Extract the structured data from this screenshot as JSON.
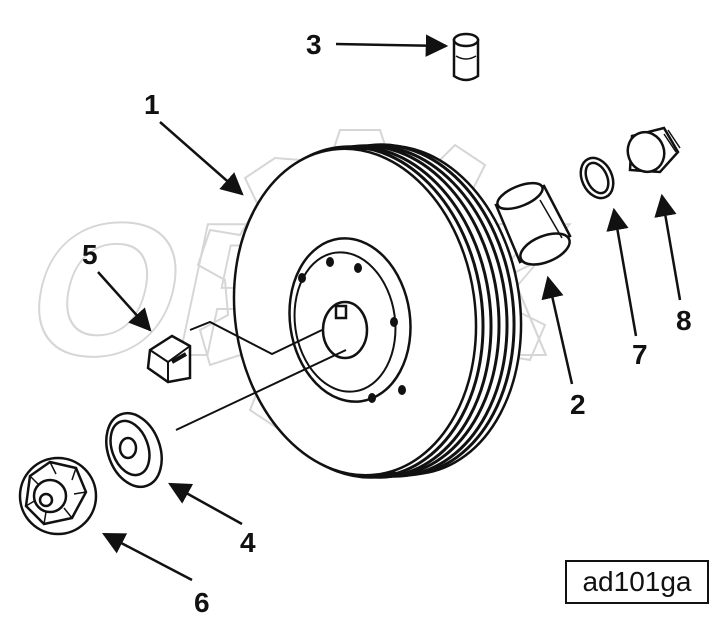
{
  "diagram": {
    "reference_code": "ad101ga",
    "watermark_text": "OPEX",
    "callouts": [
      {
        "id": "1",
        "part": "damper-pulley"
      },
      {
        "id": "2",
        "part": "sleeve"
      },
      {
        "id": "3",
        "part": "pin"
      },
      {
        "id": "4",
        "part": "washer"
      },
      {
        "id": "5",
        "part": "key"
      },
      {
        "id": "6",
        "part": "nut"
      },
      {
        "id": "7",
        "part": "ring"
      },
      {
        "id": "8",
        "part": "plug"
      }
    ]
  }
}
